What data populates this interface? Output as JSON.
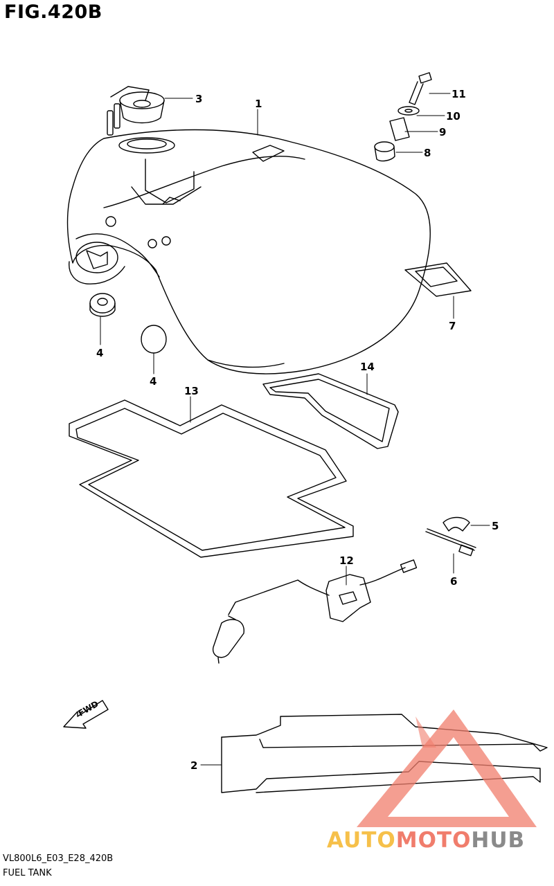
{
  "figure": {
    "title": "FIG.420B",
    "code": "VL800L6_E03_E28_420B",
    "name": "FUEL TANK"
  },
  "callouts": {
    "c1": "1",
    "c2": "2",
    "c3": "3",
    "c4a": "4",
    "c4b": "4",
    "c5": "5",
    "c6": "6",
    "c7": "7",
    "c8": "8",
    "c9": "9",
    "c10": "10",
    "c11": "11",
    "c12": "12",
    "c13": "13",
    "c14": "14"
  },
  "fwd_label": "FWD",
  "watermark": {
    "part1": "AUTO",
    "part2": "MOTO",
    "part3": "HUB",
    "colors": {
      "auto": "#f6c04a",
      "moto": "#f07d6c",
      "hub": "#8a8a8a"
    }
  },
  "icons": [
    "fuel-tank",
    "fuel-cap",
    "fuel-gauge-sender",
    "fwd-arrow-icon",
    "automotohub-logo-icon"
  ]
}
